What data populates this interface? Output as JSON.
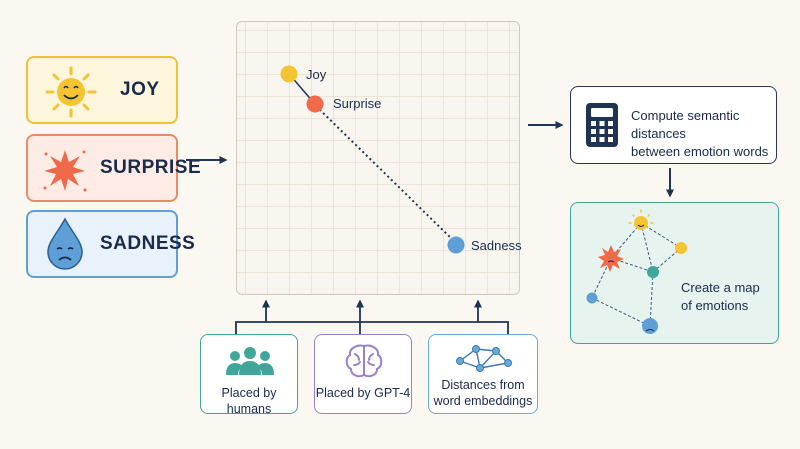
{
  "emotions": [
    {
      "label": "JOY",
      "icon": "sun-smiley-icon",
      "color": "#f5c432"
    },
    {
      "label": "SURPRISE",
      "icon": "starburst-icon",
      "color": "#f06a4a"
    },
    {
      "label": "SADNESS",
      "icon": "sad-teardrop-icon",
      "color": "#5d9fd6"
    }
  ],
  "plot_points": [
    {
      "label": "Joy",
      "color": "#f5c432"
    },
    {
      "label": "Surprise",
      "color": "#f06a4a"
    },
    {
      "label": "Sadness",
      "color": "#5d9fd6"
    }
  ],
  "sources": [
    {
      "label": "Placed by humans",
      "icon": "people-group-icon",
      "color": "#3fa79a"
    },
    {
      "label": "Placed by GPT-4",
      "icon": "brain-icon",
      "color": "#9a7fcf"
    },
    {
      "label_line1": "Distances from",
      "label_line2": "word embeddings",
      "icon": "network-graph-icon",
      "color": "#6aaad8"
    }
  ],
  "compute": {
    "line1": "Compute semantic distances",
    "line2": "between emotion words",
    "icon": "calculator-icon"
  },
  "map": {
    "line1": "Create a map",
    "line2": "of emotions",
    "icon": "emotion-network-icon"
  }
}
